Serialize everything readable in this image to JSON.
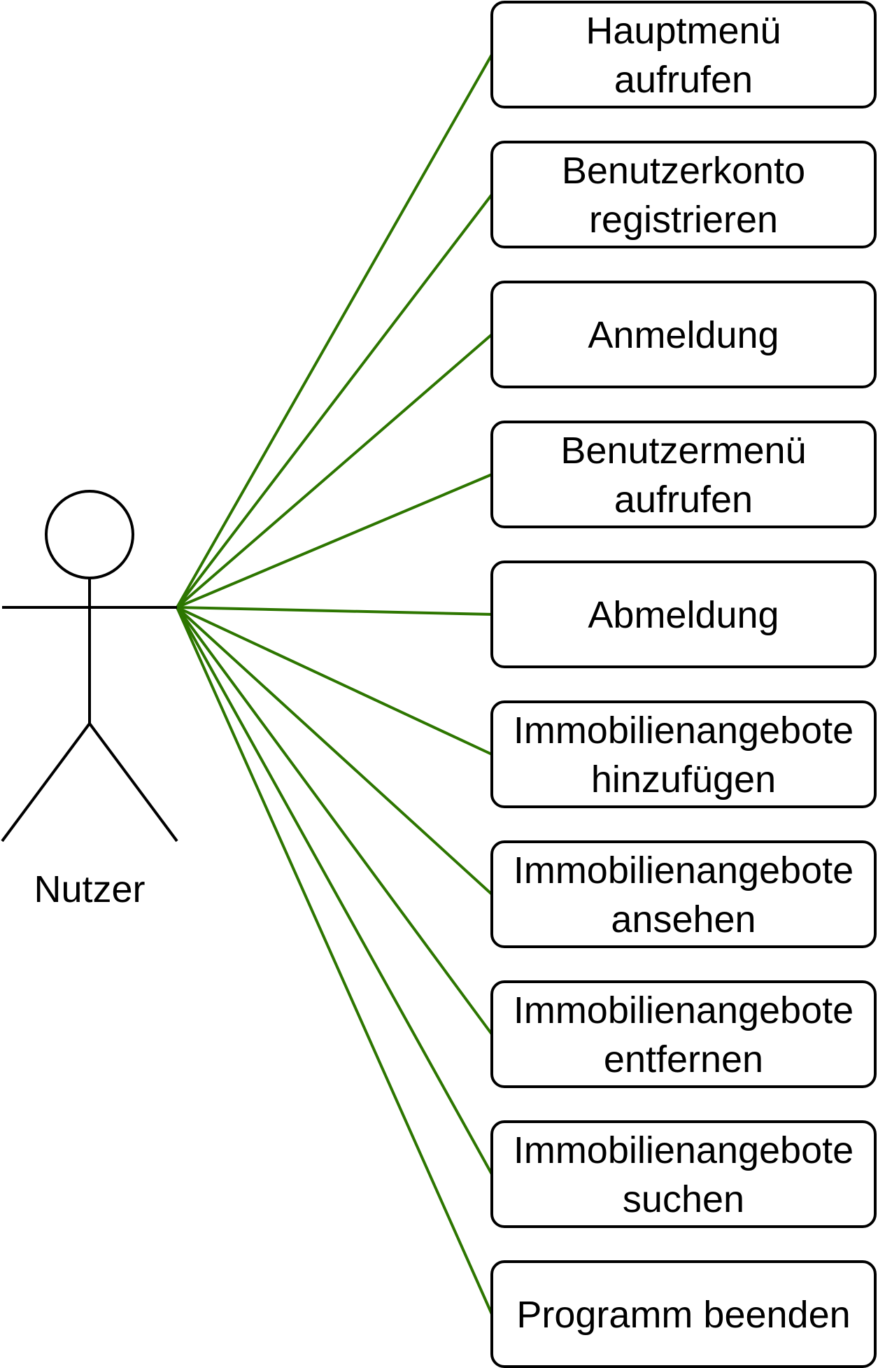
{
  "diagram": {
    "type": "use-case",
    "connector_color": "#2d7600",
    "actor": {
      "name": "Nutzer",
      "icon": "stick-figure-icon"
    },
    "use_cases": [
      {
        "lines": [
          "Hauptmenü",
          "aufrufen"
        ]
      },
      {
        "lines": [
          "Benutzerkonto",
          "registrieren"
        ]
      },
      {
        "lines": [
          "Anmeldung"
        ]
      },
      {
        "lines": [
          "Benutzermenü",
          "aufrufen"
        ]
      },
      {
        "lines": [
          "Abmeldung"
        ]
      },
      {
        "lines": [
          "Immobilienangebote",
          "hinzufügen"
        ]
      },
      {
        "lines": [
          "Immobilienangebote",
          "ansehen"
        ]
      },
      {
        "lines": [
          "Immobilienangebote",
          "entfernen"
        ]
      },
      {
        "lines": [
          "Immobilienangebote",
          "suchen"
        ]
      },
      {
        "lines": [
          "Programm beenden"
        ]
      }
    ]
  }
}
